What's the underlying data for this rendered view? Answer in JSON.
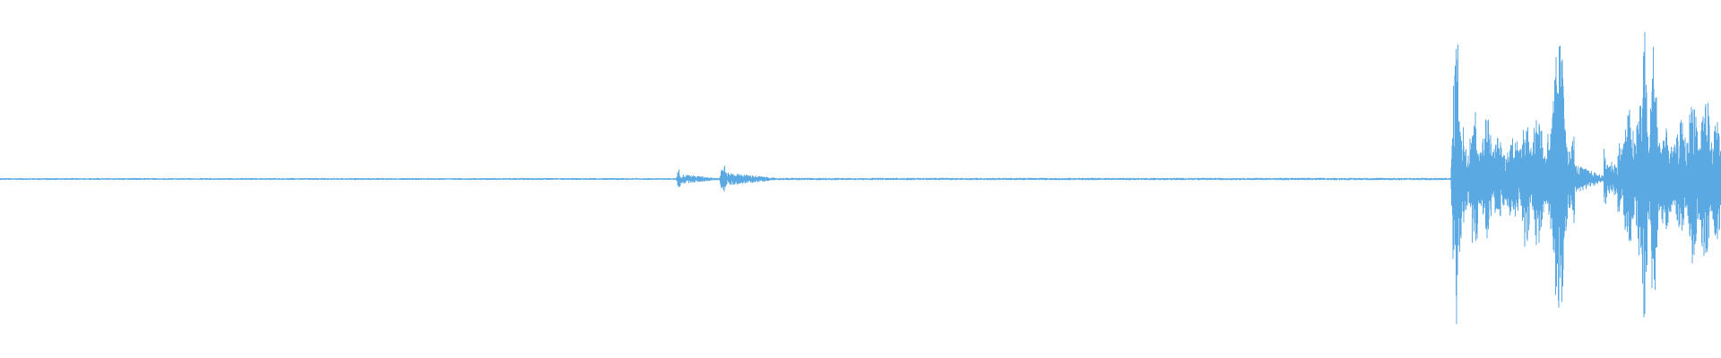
{
  "waveform": {
    "color": "#5aa9e2",
    "background": "#ffffff",
    "segments": [
      {
        "start": 0.0,
        "end": 0.393,
        "amplitude": 0.006,
        "shape": "noise"
      },
      {
        "start": 0.393,
        "end": 0.396,
        "amplitude": 0.06,
        "shape": "burst"
      },
      {
        "start": 0.396,
        "end": 0.418,
        "amplitude": 0.03,
        "shape": "decay"
      },
      {
        "start": 0.418,
        "end": 0.423,
        "amplitude": 0.09,
        "shape": "burst"
      },
      {
        "start": 0.423,
        "end": 0.45,
        "amplitude": 0.04,
        "shape": "decay"
      },
      {
        "start": 0.45,
        "end": 0.843,
        "amplitude": 0.007,
        "shape": "noise"
      },
      {
        "start": 0.843,
        "end": 0.85,
        "amplitude": 0.9,
        "shape": "burst"
      },
      {
        "start": 0.85,
        "end": 0.915,
        "amplitude": 0.45,
        "shape": "speech"
      },
      {
        "start": 0.9,
        "end": 0.912,
        "amplitude": 0.84,
        "shape": "burst"
      },
      {
        "start": 0.915,
        "end": 0.932,
        "amplitude": 0.09,
        "shape": "decay"
      },
      {
        "start": 0.932,
        "end": 0.94,
        "amplitude": 0.25,
        "shape": "speech"
      },
      {
        "start": 0.94,
        "end": 1.0,
        "amplitude": 0.55,
        "shape": "speech"
      },
      {
        "start": 0.953,
        "end": 0.958,
        "amplitude": 0.95,
        "shape": "burst"
      },
      {
        "start": 0.958,
        "end": 0.964,
        "amplitude": 0.85,
        "shape": "burst"
      }
    ]
  }
}
